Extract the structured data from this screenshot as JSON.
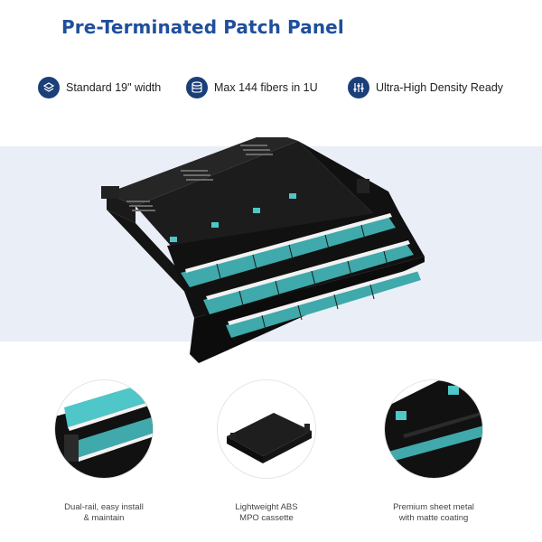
{
  "title": "Pre-Terminated Patch Panel",
  "features": [
    {
      "icon": "width-ruler-icon",
      "label": "Standard 19\" width"
    },
    {
      "icon": "database-stack-icon",
      "label": "Max 144 fibers in 1U"
    },
    {
      "icon": "sliders-icon",
      "label": "Ultra-High Density Ready"
    }
  ],
  "thumbnails": [
    {
      "caption_line1": "Dual-rail, easy install",
      "caption_line2": "& maintain"
    },
    {
      "caption_line1": "Lightweight ABS",
      "caption_line2": "MPO cassette"
    },
    {
      "caption_line1": "Premium sheet metal",
      "caption_line2": "with matte coating"
    }
  ],
  "colors": {
    "title": "#1f4f9c",
    "icon_bg": "#1b3f78",
    "hero_bg": "#e9eef7",
    "aqua": "#4fc6c8",
    "panel": "#141414"
  }
}
